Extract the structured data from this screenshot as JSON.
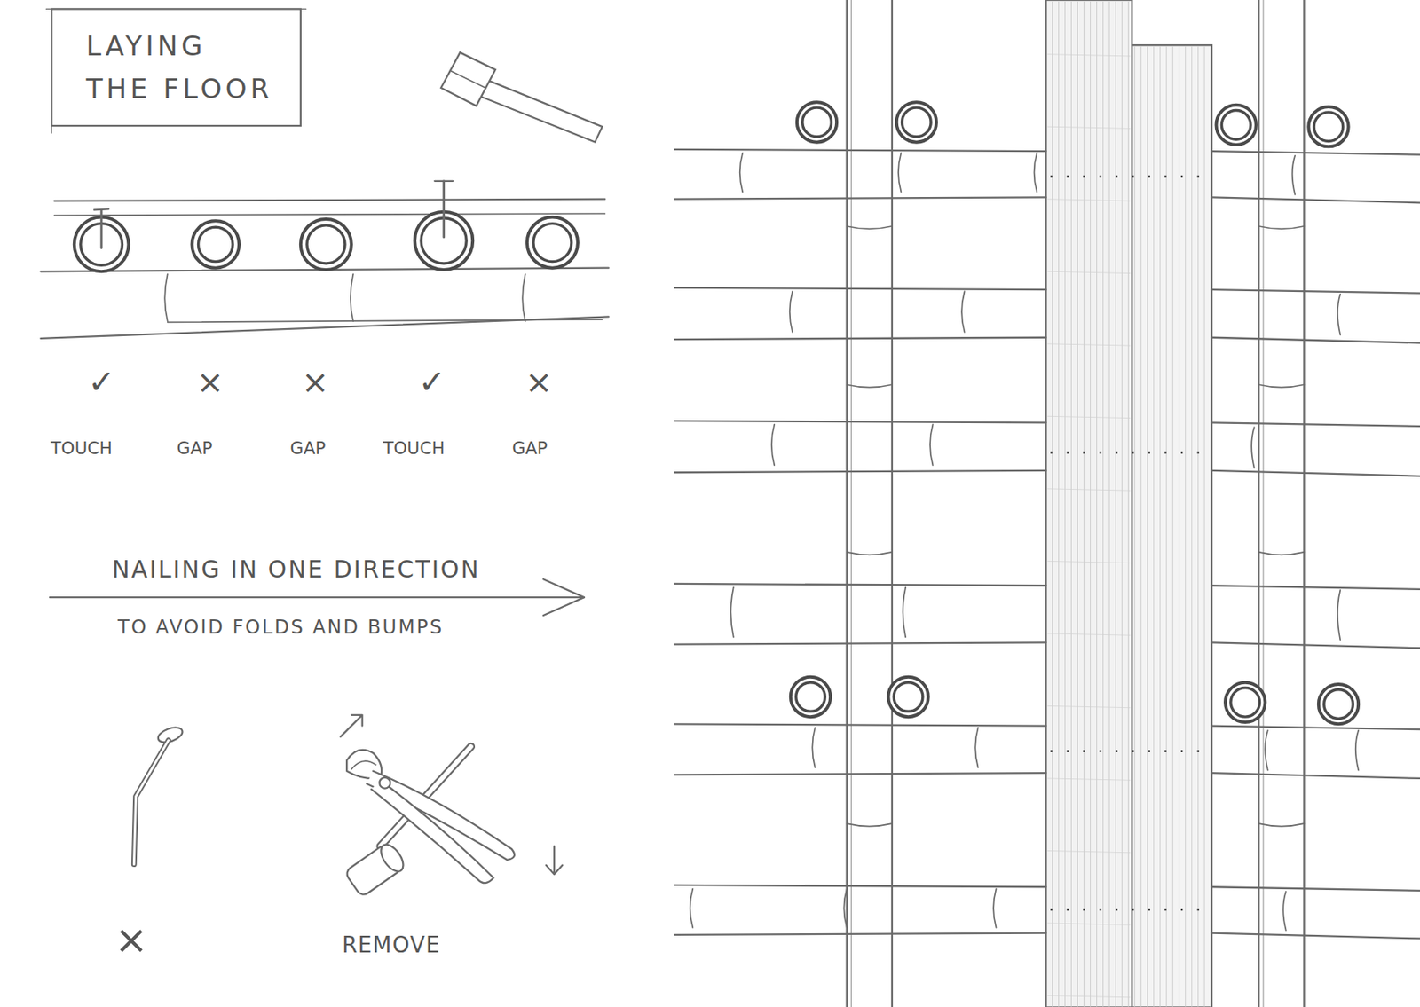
{
  "diagram": {
    "title": "LAYING THE FLOOR",
    "labels": [
      "✓",
      "×",
      "×",
      "✓",
      "×",
      "TOUCH",
      "GAP",
      "GAP",
      "TOUCH",
      "GAP",
      "NAILING IN ONE DIRECTION",
      "TO AVOID FOLDS AND BUMPS",
      "×",
      "REMOVE"
    ]
  }
}
